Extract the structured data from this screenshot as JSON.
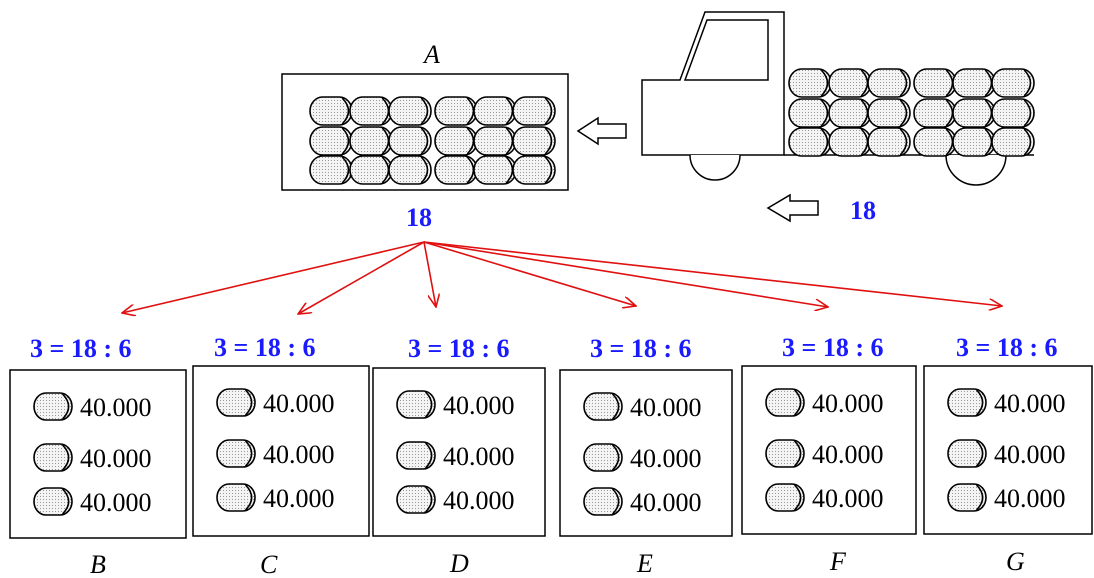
{
  "warehouse_label": "A",
  "warehouse_count": "18",
  "truck_count": "18",
  "shares": [
    {
      "label": "B",
      "equation": "3 = 18 : 6",
      "values": [
        "40.000",
        "40.000",
        "40.000"
      ]
    },
    {
      "label": "C",
      "equation": "3 = 18 : 6",
      "values": [
        "40.000",
        "40.000",
        "40.000"
      ]
    },
    {
      "label": "D",
      "equation": "3 = 18 : 6",
      "values": [
        "40.000",
        "40.000",
        "40.000"
      ]
    },
    {
      "label": "E",
      "equation": "3 = 18 : 6",
      "values": [
        "40.000",
        "40.000",
        "40.000"
      ]
    },
    {
      "label": "F",
      "equation": "3 = 18 : 6",
      "values": [
        "40.000",
        "40.000",
        "40.000"
      ]
    },
    {
      "label": "G",
      "equation": "3 = 18 : 6",
      "values": [
        "40.000",
        "40.000",
        "40.000"
      ]
    }
  ],
  "colors": {
    "count": "#1a1aff",
    "arrows": "#e01010"
  }
}
